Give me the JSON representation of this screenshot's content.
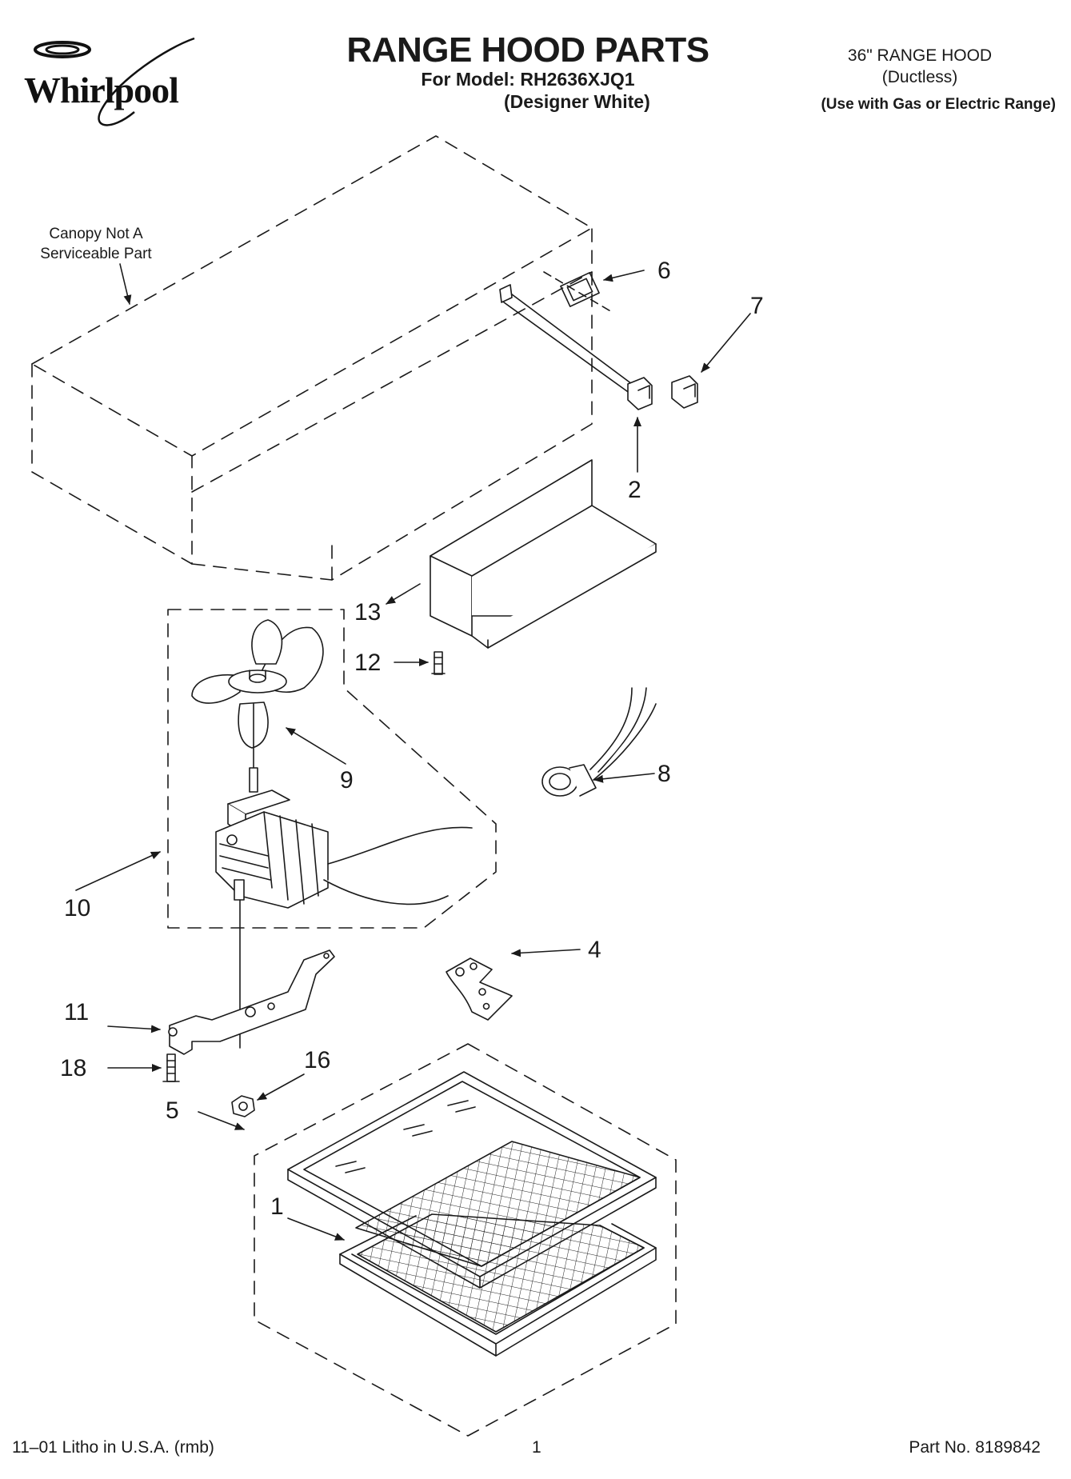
{
  "brand": {
    "name": "Whirlpool"
  },
  "header": {
    "title": "RANGE HOOD PARTS",
    "model_line": "For Model: RH2636XJQ1",
    "finish": "(Designer White)",
    "hood_type": "36\" RANGE HOOD",
    "ductless": "(Ductless)",
    "range_note": "(Use with Gas or Electric Range)"
  },
  "notes": {
    "canopy": "Canopy Not A Serviceable Part"
  },
  "callouts": [
    {
      "id": "c6",
      "label": "6"
    },
    {
      "id": "c7",
      "label": "7"
    },
    {
      "id": "c2",
      "label": "2"
    },
    {
      "id": "c13",
      "label": "13"
    },
    {
      "id": "c12",
      "label": "12"
    },
    {
      "id": "c9",
      "label": "9"
    },
    {
      "id": "c8",
      "label": "8"
    },
    {
      "id": "c10",
      "label": "10"
    },
    {
      "id": "c4",
      "label": "4"
    },
    {
      "id": "c11",
      "label": "11"
    },
    {
      "id": "c18",
      "label": "18"
    },
    {
      "id": "c16",
      "label": "16"
    },
    {
      "id": "c5",
      "label": "5"
    },
    {
      "id": "c1",
      "label": "1"
    }
  ],
  "footer": {
    "litho": "11–01 Litho in U.S.A. (rmb)",
    "page": "1",
    "part_no": "Part No. 8189842"
  }
}
